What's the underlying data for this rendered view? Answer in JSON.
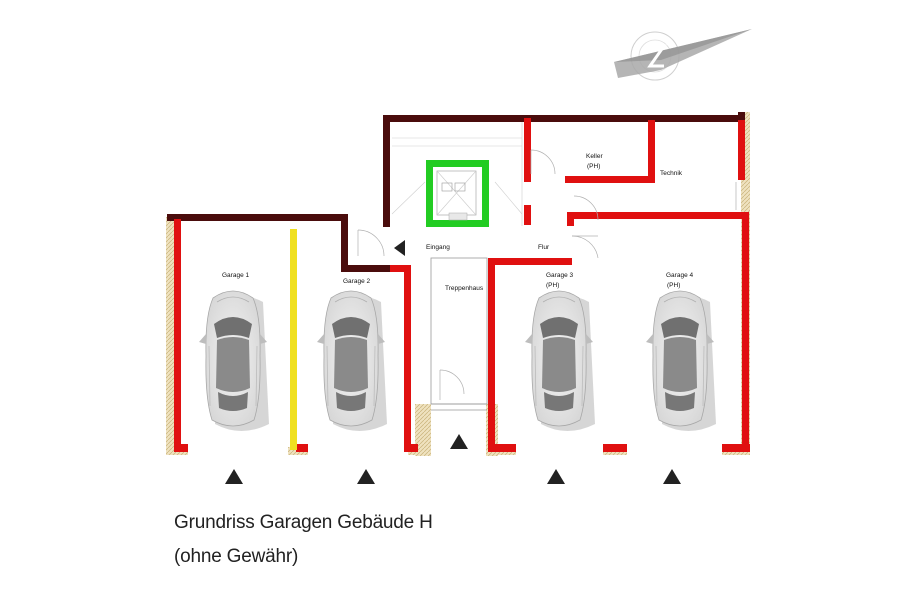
{
  "caption": {
    "title": "Grundriss Garagen Gebäude H",
    "subtitle": "(ohne Gewähr)"
  },
  "rooms": {
    "garage1": "Garage 1",
    "garage2": "Garage 2",
    "garage3": "Garage 3",
    "garage3_note": "(PH)",
    "garage4": "Garage 4",
    "garage4_note": "(PH)",
    "keller": "Keller",
    "keller_note": "(PH)",
    "technik": "Technik",
    "eingang": "Eingang",
    "flur": "Flur",
    "treppenhaus": "Treppenhaus"
  },
  "icons": {
    "compass": "north-arrow-icon",
    "entry_arrow": "entry-arrow-icon",
    "garage_arrow": "garage-entry-arrow-icon",
    "car": "car-icon",
    "elevator": "elevator-icon"
  },
  "colors": {
    "wall_dark": "#4a0c0c",
    "wall_red": "#e01010",
    "wall_yellow": "#f0e020",
    "wall_hatch": "#e8d6a8",
    "elevator": "#22cc22",
    "arrow": "#222222"
  }
}
